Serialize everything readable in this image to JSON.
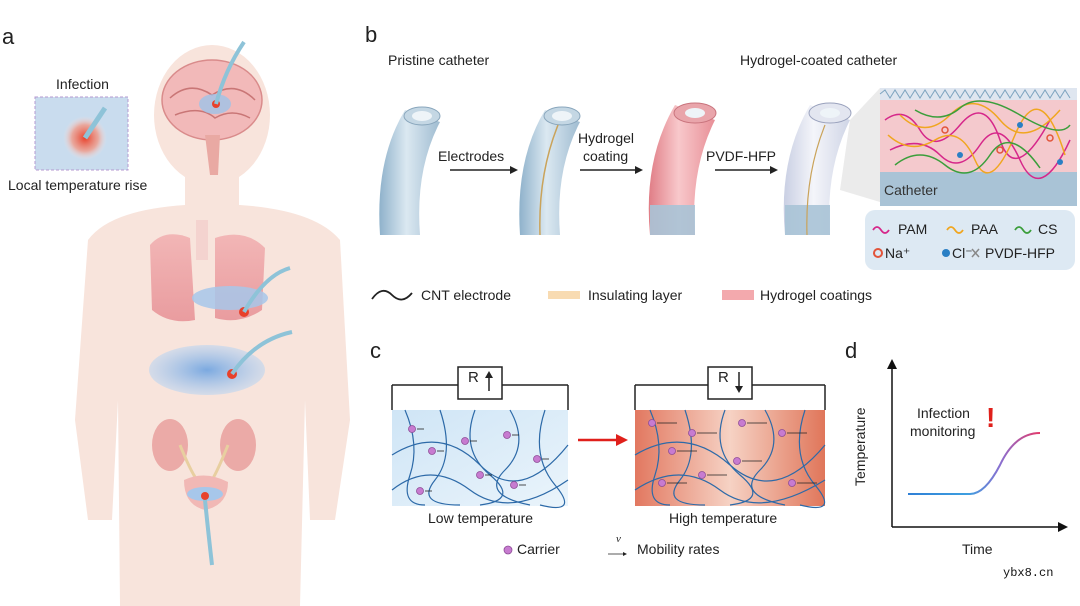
{
  "panels": {
    "a": "a",
    "b": "b",
    "c": "c",
    "d": "d"
  },
  "panel_a": {
    "infection_label": "Infection",
    "temperature_label": "Local temperature rise"
  },
  "panel_b": {
    "pristine_label": "Pristine catheter",
    "coated_label": "Hydrogel-coated catheter",
    "step1": "Electrodes",
    "step2_line1": "Hydrogel",
    "step2_line2": "coating",
    "step3": "PVDF-HFP",
    "catheter_label": "Catheter",
    "legend_inset": [
      {
        "name": "PAM",
        "color": "#d6278a",
        "kind": "line"
      },
      {
        "name": "PAA",
        "color": "#f0a620",
        "kind": "line"
      },
      {
        "name": "CS",
        "color": "#3b9e3b",
        "kind": "line"
      },
      {
        "name": "Na⁺",
        "color": "#e2543a",
        "kind": "ion"
      },
      {
        "name": "Cl⁻",
        "color": "#2a7fc4",
        "kind": "ion"
      },
      {
        "name": "PVDF-HFP",
        "color": "#888888",
        "kind": "cross"
      }
    ],
    "legend_bottom": [
      {
        "name": "CNT electrode",
        "kind": "wave"
      },
      {
        "name": "Insulating layer",
        "kind": "insulating"
      },
      {
        "name": "Hydrogel coatings",
        "kind": "hydrogel"
      }
    ]
  },
  "panel_c": {
    "resistor_low": "R",
    "resistor_high": "R",
    "low_temp_label": "Low temperature",
    "high_temp_label": "High temperature",
    "carrier_label": "Carrier",
    "mobility_symbol": "v",
    "mobility_label": "Mobility rates"
  },
  "panel_d": {
    "y_label": "Temperature",
    "x_label": "Time",
    "annotation_line1": "Infection",
    "annotation_line2": "monitoring",
    "exclamation": "!"
  },
  "watermark": "ybx8.cn",
  "colors": {
    "body": "#f8e4dc",
    "hydrogel": "#ef9aa0",
    "catheter": "#a9c3d6",
    "arrow_red": "#e0201b",
    "carrier": "#c77bd0"
  }
}
